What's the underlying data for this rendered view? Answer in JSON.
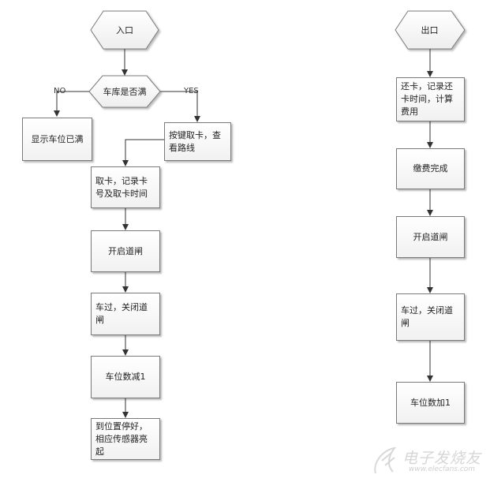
{
  "entry_flow": {
    "start": "入口",
    "decision": "车库是否满",
    "no_label": "NO",
    "yes_label": "YES",
    "full_box": "显示车位已满",
    "press_key_box": "按键取卡，查\n看路线",
    "take_card_box": "取卡，记录卡\n号及取卡时间",
    "open_gate_box": "开启道闸",
    "car_pass_box": "车过，关闭道\n闸",
    "decrement_box": "车位数减1",
    "parked_box": "到位置停好，\n相应传感器亮\n起"
  },
  "exit_flow": {
    "start": "出口",
    "return_card_box": "还卡，记录还\n卡时间，计算\n费用",
    "paid_box": "缴费完成",
    "open_gate_box": "开启道闸",
    "car_pass_box": "车过，关闭道\n闸",
    "increment_box": "车位数加1"
  },
  "watermark": {
    "text_cn": "电子发烧友",
    "text_url": "www.elecfans.com"
  }
}
